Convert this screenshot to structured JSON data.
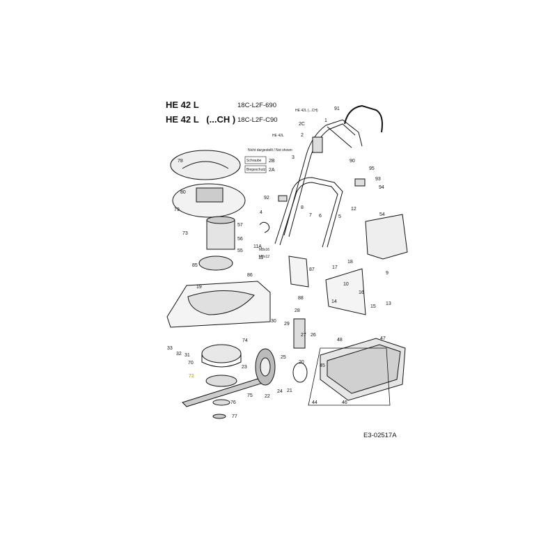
{
  "header": {
    "model_1": "HE 42 L",
    "code_1": "18C-L2F-690",
    "model_2": "HE 42 L   (...CH )",
    "code_2": "18C-L2F-C90"
  },
  "footer": {
    "reference": "E3-02517A"
  },
  "legend_box": {
    "not_shown": "Nicht dargestellt / Not shown",
    "screw": "Schraube",
    "screw_num": "2B",
    "clip": "Biegeschutz",
    "clip_num": "2A"
  },
  "annotations": {
    "he42l_ch": "HE 42L (...CH)",
    "he42l": "HE 42L",
    "m8x16": "M8x16",
    "m8x12": "M8x12"
  },
  "highlight_color": "#e6b800",
  "parts": [
    "1",
    "2",
    "2C",
    "3",
    "4",
    "5",
    "6",
    "7",
    "8",
    "9",
    "10",
    "11A",
    "11",
    "12",
    "13",
    "14",
    "15",
    "16",
    "17",
    "18",
    "19",
    "20",
    "21",
    "22",
    "23",
    "24",
    "25",
    "26",
    "27",
    "28",
    "29",
    "30",
    "31",
    "32",
    "33",
    "44",
    "45",
    "46",
    "47",
    "48",
    "54",
    "55",
    "56",
    "57",
    "70",
    "72",
    "73",
    "74",
    "75",
    "76",
    "77",
    "78",
    "79",
    "80",
    "85",
    "86",
    "87",
    "88",
    "90",
    "91",
    "92",
    "93",
    "94",
    "95"
  ],
  "highlighted_part": "72"
}
